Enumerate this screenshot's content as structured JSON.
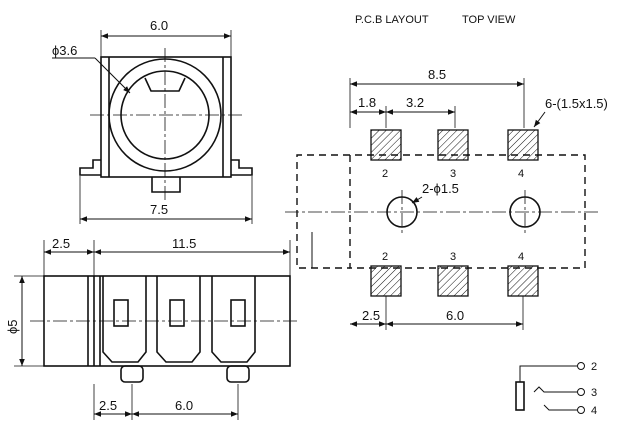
{
  "header": {
    "pcb_layout": "P.C.B LAYOUT",
    "top_view": "TOP VIEW"
  },
  "front_view": {
    "width_top": "6.0",
    "hole_dia": "ϕ3.6",
    "width_bottom": "7.5"
  },
  "side_view": {
    "dim_left": "2.5",
    "dim_length": "11.5",
    "height": "ϕ5",
    "pin_offset": "2.5",
    "pin_pitch": "6.0"
  },
  "pcb": {
    "width": "8.5",
    "col1": "1.8",
    "col2": "3.2",
    "pad_size": "6-(1.5x1.5)",
    "hole": "2-ϕ1.5",
    "bottom_left": "2.5",
    "bottom_pitch": "6.0",
    "top_pins": [
      "2",
      "3",
      "4"
    ],
    "bottom_pins": [
      "2",
      "3",
      "4"
    ]
  },
  "schematic": {
    "pins": [
      "2",
      "3",
      "4"
    ]
  }
}
